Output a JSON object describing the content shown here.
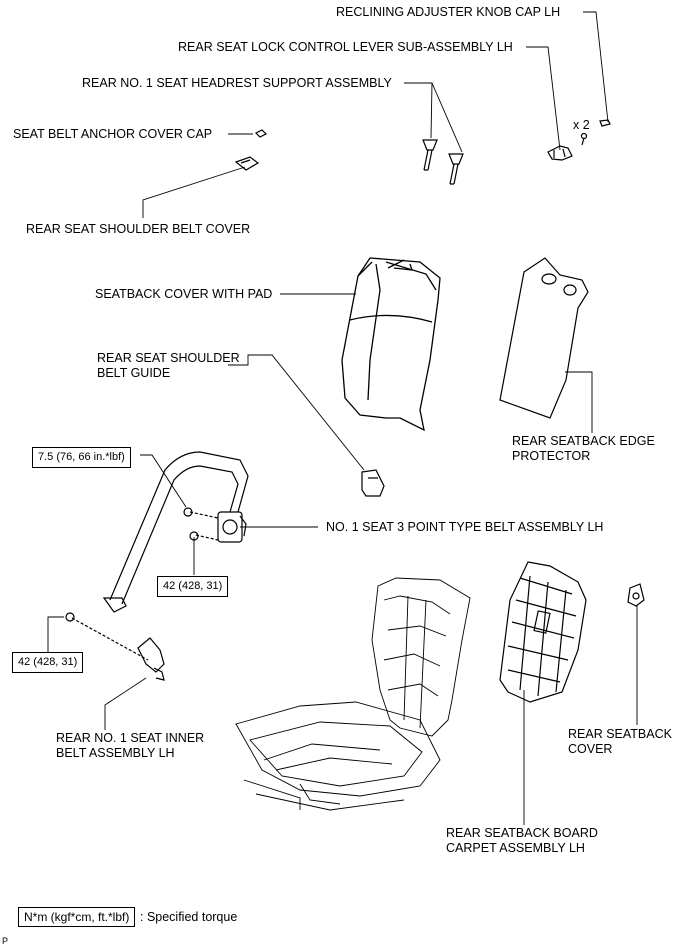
{
  "labels": {
    "reclining_knob_cap": "RECLINING ADJUSTER KNOB CAP LH",
    "lock_control_lever": "REAR SEAT LOCK CONTROL LEVER SUB-ASSEMBLY LH",
    "headrest_support": "REAR NO. 1 SEAT HEADREST SUPPORT ASSEMBLY",
    "anchor_cover_cap": "SEAT BELT ANCHOR COVER CAP",
    "shoulder_belt_cover": "REAR SEAT SHOULDER BELT COVER",
    "seatback_cover": "SEATBACK COVER WITH PAD",
    "shoulder_belt_guide": "REAR SEAT SHOULDER\nBELT GUIDE",
    "edge_protector": "REAR SEATBACK EDGE\nPROTECTOR",
    "three_point_belt": "NO. 1 SEAT 3 POINT TYPE BELT ASSEMBLY LH",
    "inner_belt": "REAR NO. 1 SEAT INNER\nBELT ASSEMBLY LH",
    "rear_seatback_cover": "REAR SEATBACK\nCOVER",
    "board_carpet": "REAR SEATBACK BOARD\nCARPET ASSEMBLY LH",
    "quantity": "x 2"
  },
  "torques": {
    "t1": "7.5 (76, 66 in.*lbf)",
    "t2": "42 (428, 31)",
    "t3": "42 (428, 31)"
  },
  "legend": {
    "box": "N*m (kgf*cm, ft.*lbf)",
    "text": ": Specified torque"
  },
  "footer": {
    "code": "P"
  }
}
